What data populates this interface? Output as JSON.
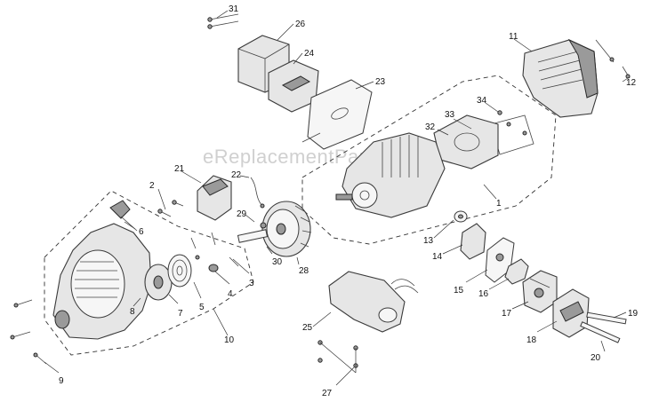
{
  "watermark": "eReplacementParts.com",
  "callouts": {
    "c1": "1",
    "c2": "2",
    "c3": "3",
    "c4": "4",
    "c5": "5",
    "c6": "6",
    "c7": "7",
    "c8": "8",
    "c9": "9",
    "c10": "10",
    "c11": "11",
    "c12": "12",
    "c13": "13",
    "c14": "14",
    "c15": "15",
    "c16": "16",
    "c17": "17",
    "c18": "18",
    "c19": "19",
    "c20": "20",
    "c21": "21",
    "c22": "22",
    "c23": "23",
    "c24": "24",
    "c25": "25",
    "c26": "26",
    "c27": "27",
    "c28": "28",
    "c29": "29",
    "c30": "30",
    "c31": "31",
    "c32": "32",
    "c33": "33",
    "c34": "34"
  }
}
